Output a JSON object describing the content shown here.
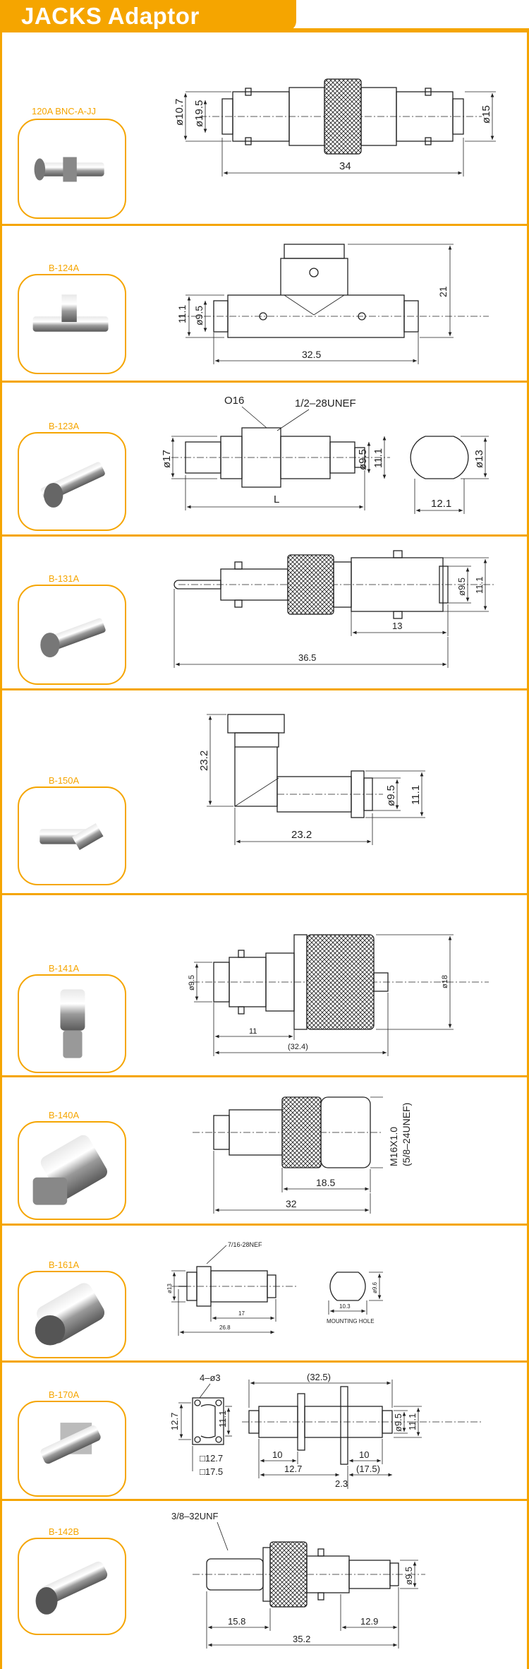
{
  "header": {
    "title": "JACKS Adaptor"
  },
  "colors": {
    "accent": "#f5a500",
    "line": "#222222"
  },
  "sections": [
    {
      "label": "120A BNC-A-JJ",
      "dims": {
        "d1": "ø10.7",
        "d2": "ø19.5",
        "d3": "ø15",
        "len": "34"
      }
    },
    {
      "label": "B-124A",
      "dims": {
        "d1": "11.1",
        "d2": "ø9.5",
        "h": "21",
        "len": "32.5"
      }
    },
    {
      "label": "B-123A",
      "dims": {
        "o16": "O16",
        "thread": "1/2–28UNEF",
        "d17": "ø17",
        "d95": "ø9.5",
        "d111": "11.1",
        "d13": "ø13",
        "w121": "12.1",
        "L": "L"
      }
    },
    {
      "label": "B-131A",
      "dims": {
        "d95": "ø9.5",
        "d111": "11.1",
        "l13": "13",
        "len": "36.5"
      }
    },
    {
      "label": "B-150A",
      "dims": {
        "h": "23.2",
        "d95": "ø9.5",
        "d111": "11.1",
        "len": "23.2"
      }
    },
    {
      "label": "B-141A",
      "dims": {
        "d95": "ø9.5",
        "d18": "ø18",
        "l11": "11",
        "len": "(32.4)"
      }
    },
    {
      "label": "B-140A",
      "dims": {
        "thread1": "M16X1.0",
        "thread2": "(5/8–24UNEF)",
        "l185": "18.5",
        "len": "32"
      }
    },
    {
      "label": "B-161A",
      "dims": {
        "thread": "7/16-28NEF",
        "d": "ø13",
        "d2": "ø9.6",
        "l17": "17",
        "len": "26.8",
        "w": "10.3",
        "hole": "MOUNTING HOLE"
      }
    },
    {
      "label": "B-170A",
      "dims": {
        "holes": "4–ø3",
        "d127": "12.7",
        "d111": "11.1",
        "sq127": "□12.7",
        "sq175": "□17.5",
        "len": "(32.5)",
        "l10a": "10",
        "l10b": "10",
        "l127": "12.7",
        "l175": "(17.5)",
        "t": "2.3",
        "d95": "ø9.5",
        "d111b": "11.1"
      }
    },
    {
      "label": "B-142B",
      "dims": {
        "thread": "3/8–32UNF",
        "d95": "ø9.5",
        "l158": "15.8",
        "l129": "12.9",
        "len": "35.2"
      }
    }
  ]
}
